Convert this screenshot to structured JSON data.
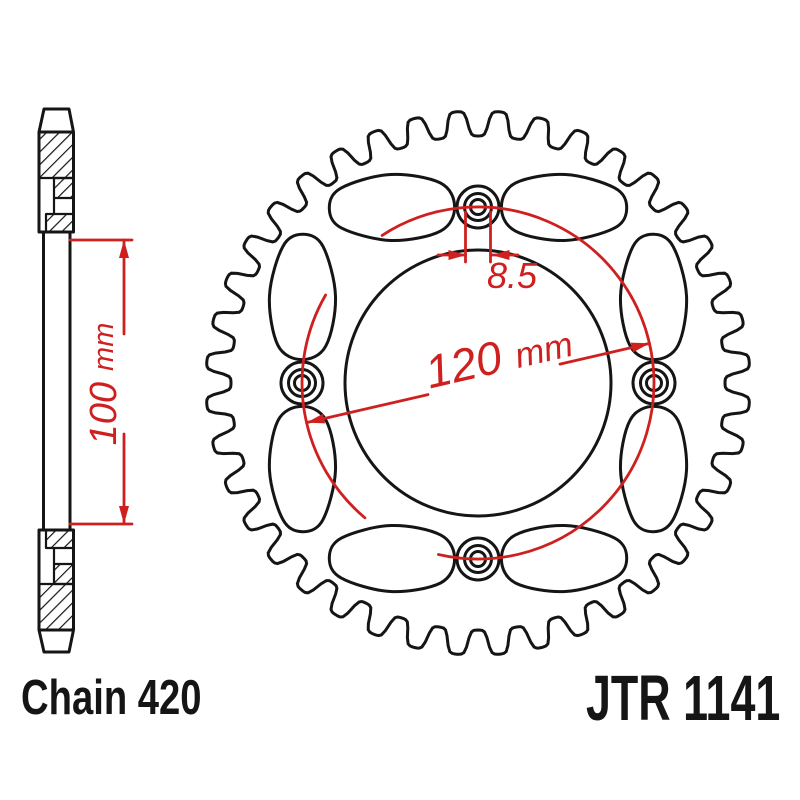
{
  "labels": {
    "chain": "Chain 420",
    "part_number": "JTR 1141"
  },
  "dimensions": {
    "bolt_circle": {
      "value": "120",
      "unit": "mm"
    },
    "side_height": {
      "value": "100",
      "unit": "mm"
    },
    "bolt_hole": {
      "value": "8.5"
    }
  },
  "colors": {
    "ink": "#151515",
    "dimension_red": "#cf2020",
    "background": "#ffffff"
  }
}
